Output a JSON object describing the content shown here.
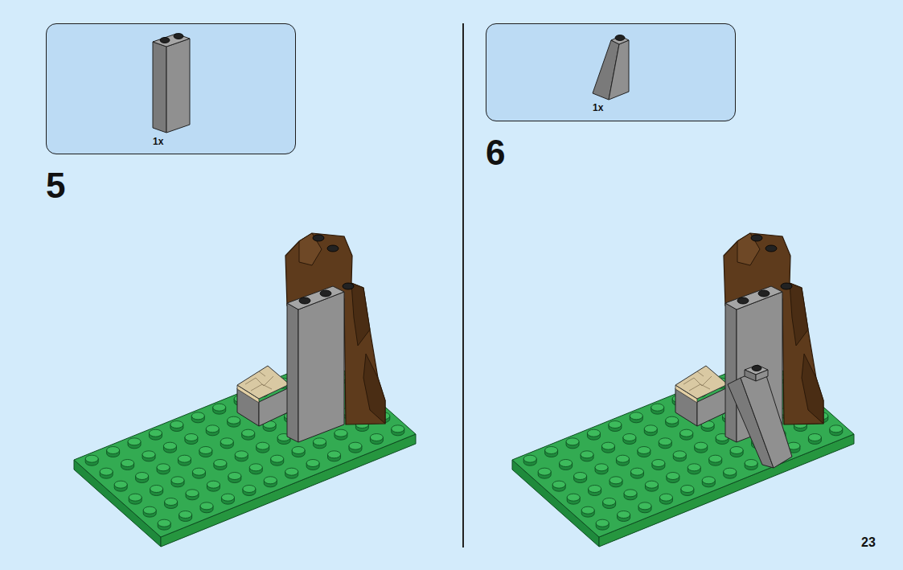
{
  "diagram": {
    "nodes": [
      {
        "text": [
          "1x"
        ]
      },
      {
        "text": [
          "1x"
        ]
      }
    ],
    "labels": [
      "5",
      "6",
      "23"
    ]
  }
}
